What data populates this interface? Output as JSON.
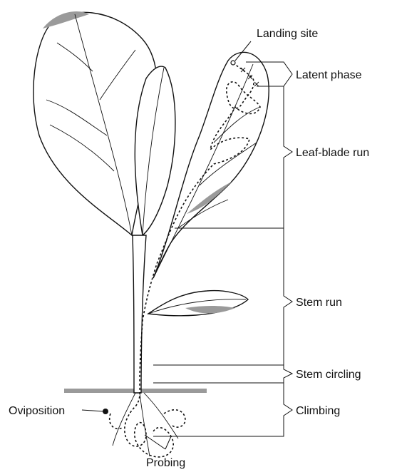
{
  "labels": {
    "landing_site": "Landing site",
    "latent_phase": "Latent phase",
    "leaf_blade_run": "Leaf-blade run",
    "stem_run": "Stem run",
    "stem_circling": "Stem circling",
    "climbing": "Climbing",
    "oviposition": "Oviposition",
    "probing": "Probing"
  },
  "colors": {
    "line": "#111111",
    "shade": "#9a9a9a",
    "background": "#ffffff"
  }
}
